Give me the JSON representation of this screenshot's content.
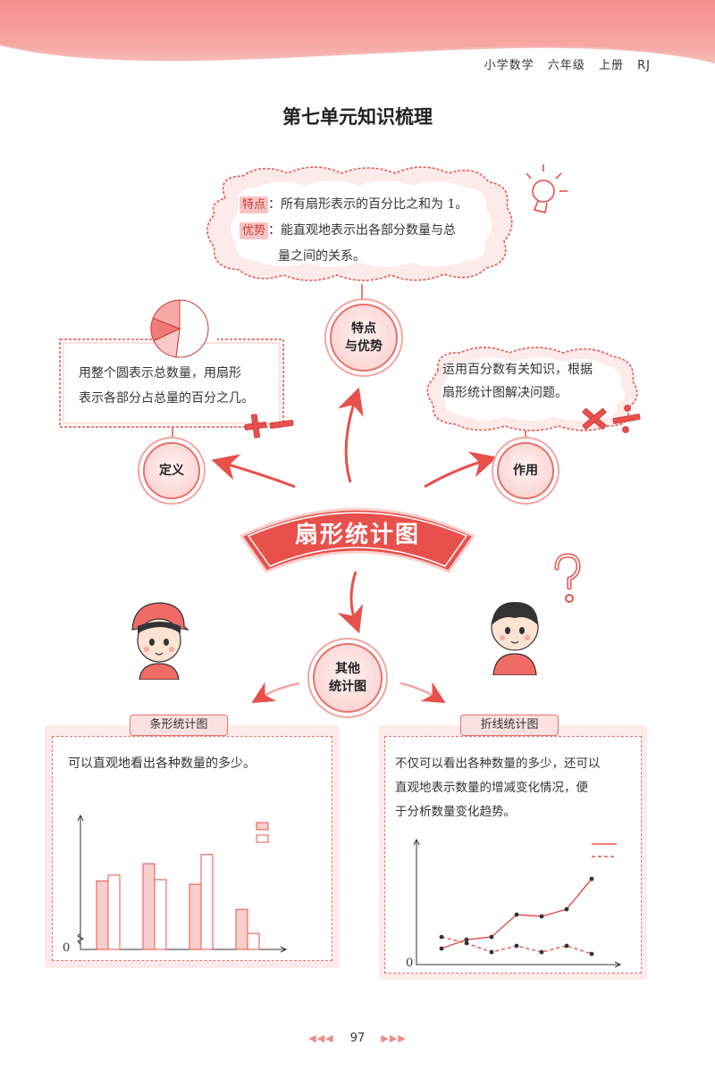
{
  "header": {
    "subject": "小学数学",
    "grade": "六年级",
    "volume": "上册",
    "edition": "RJ"
  },
  "title": "第七单元知识梳理",
  "center": {
    "label": "扇形统计图"
  },
  "nodes": {
    "features": {
      "line1": "特点",
      "line2": "与优势"
    },
    "definition": {
      "label": "定义"
    },
    "usage": {
      "label": "作用"
    },
    "other": {
      "line1": "其他",
      "line2": "统计图"
    }
  },
  "features_box": {
    "tag1": "特点",
    "text1": "：所有扇形表示的百分比之和为 1。",
    "tag2": "优势",
    "text2": "：能直观地表示出各部分数量与总",
    "text3": "量之间的关系。"
  },
  "definition_box": {
    "line1": "用整个圆表示总数量，用扇形",
    "line2": "表示各部分占总量的百分之几。"
  },
  "usage_box": {
    "line1": "运用百分数有关知识，根据",
    "line2": "扇形统计图解决问题。"
  },
  "bar_panel": {
    "tab": "条形统计图",
    "text": "可以直观地看出各种数量的多少。",
    "axis_zero": "0"
  },
  "line_panel": {
    "tab": "折线统计图",
    "line1": "不仅可以看出各种数量的多少，还可以",
    "line2": "直观地表示数量的增减变化情况，便",
    "line3": "于分析数量变化趋势。",
    "axis_zero": "0"
  },
  "page_number": "97",
  "colors": {
    "accent": "#e8504c",
    "light": "#f7b4b1",
    "pale": "#fdeaea"
  },
  "chart_data": [
    {
      "type": "pie",
      "values": [
        52,
        16,
        13,
        19
      ],
      "colors": [
        "#ffffff",
        "#f9c9c7",
        "#ef7a76",
        "#f7a9a6"
      ]
    },
    {
      "type": "bar",
      "series": [
        {
          "values": [
            60,
            75,
            57,
            35
          ],
          "color": "#f9cfcd"
        },
        {
          "values": [
            65,
            61,
            83,
            14
          ],
          "color": "#ffffff"
        }
      ],
      "ylim": [
        0,
        100
      ]
    },
    {
      "type": "line",
      "series": [
        {
          "values": [
            12,
            22,
            25,
            50,
            48,
            56,
            90
          ],
          "style": "solid",
          "color": "#e8504c"
        },
        {
          "values": [
            25,
            18,
            8,
            15,
            8,
            15,
            6
          ],
          "style": "dashed",
          "color": "#e8504c"
        }
      ],
      "ylim": [
        0,
        100
      ]
    }
  ]
}
